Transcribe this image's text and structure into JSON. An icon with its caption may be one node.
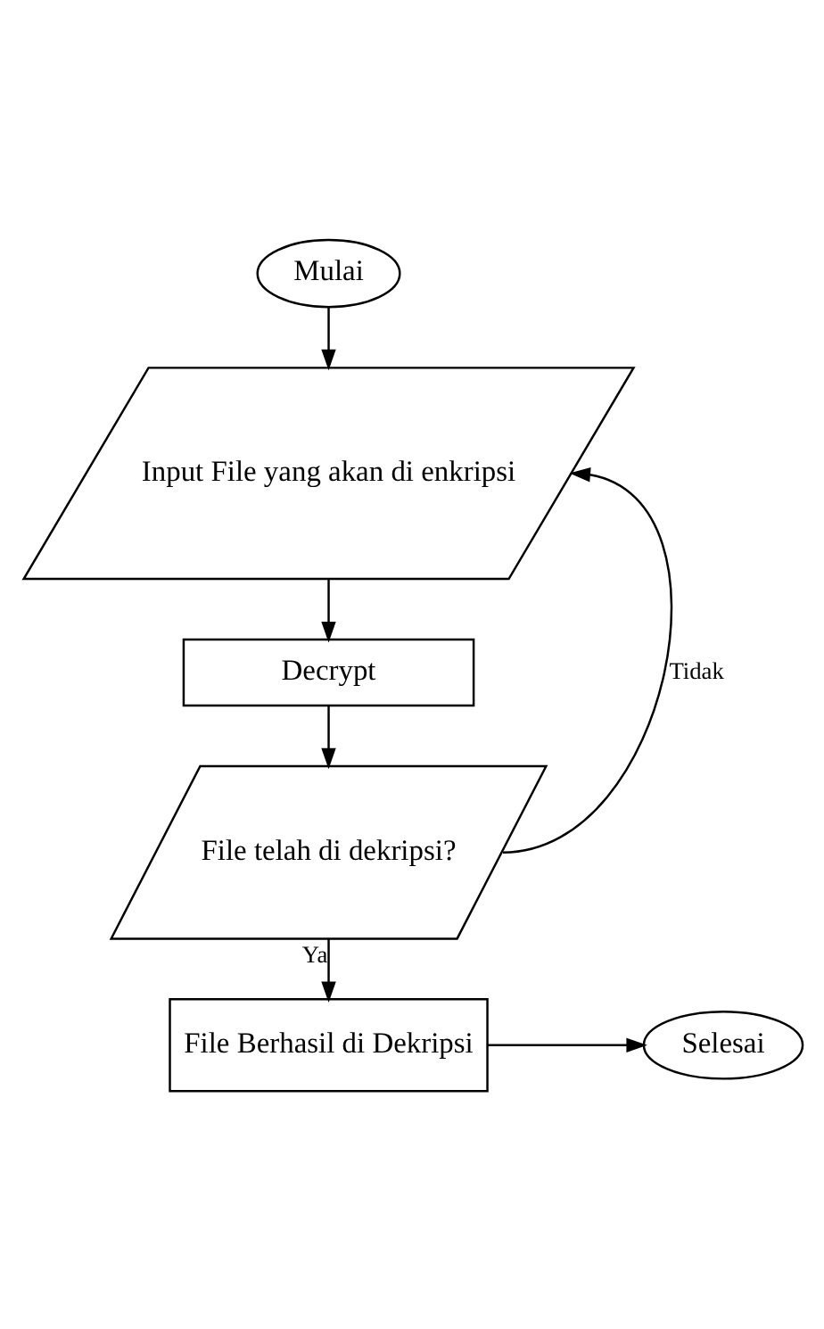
{
  "diagram": {
    "nodes": [
      {
        "text": [
          "Mulai"
        ]
      },
      {
        "text": [
          "Input File yang akan di enkripsi"
        ]
      },
      {
        "text": [
          "Decrypt"
        ]
      },
      {
        "text": [
          "File telah di dekripsi?"
        ]
      },
      {
        "text": [
          "File Berhasil di Dekripsi"
        ]
      },
      {
        "text": [
          "Selesai"
        ]
      }
    ],
    "edges": [
      {
        "from": 0,
        "to": 1,
        "arrow": "to"
      },
      {
        "from": 1,
        "to": 2,
        "arrow": "to"
      },
      {
        "from": 2,
        "to": 3,
        "arrow": "to"
      },
      {
        "from": 3,
        "to": 4,
        "arrow": "to",
        "label": "Ya"
      },
      {
        "from": 3,
        "to": 1,
        "arrow": "to",
        "label": "Tidak"
      },
      {
        "from": 4,
        "to": 5,
        "arrow": "to"
      }
    ]
  }
}
